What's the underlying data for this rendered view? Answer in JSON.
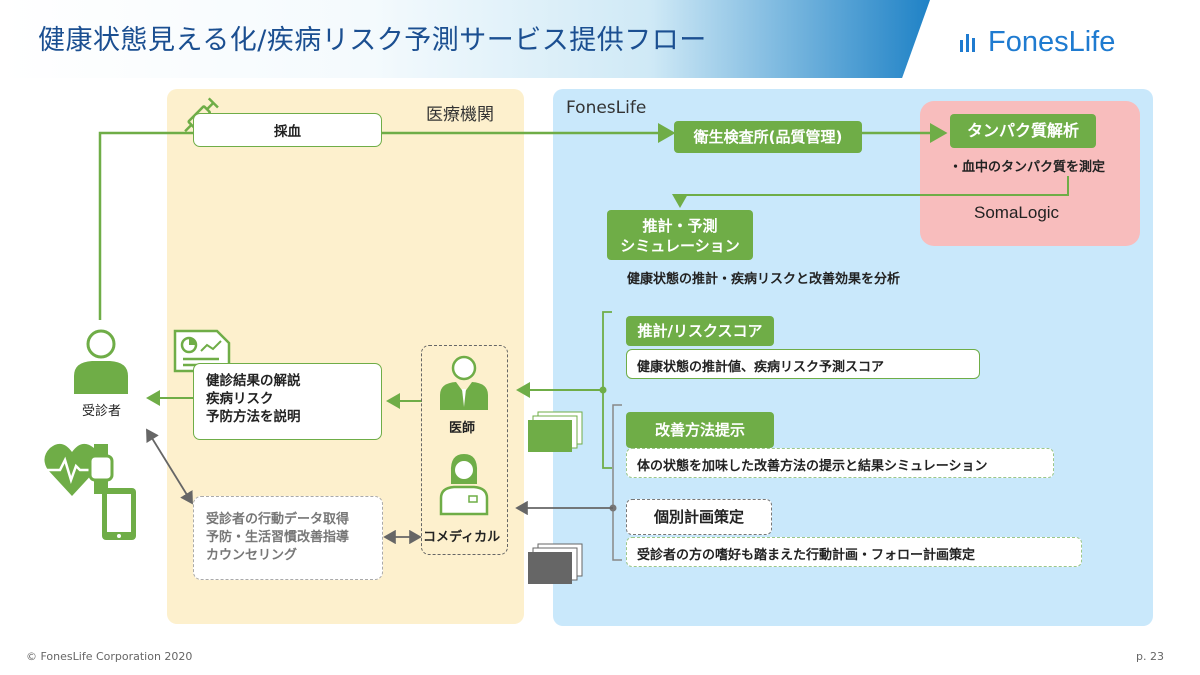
{
  "header": {
    "title": "健康状態見える化/疾病リスク予測サービス提供フロー",
    "logo": "FonesLife"
  },
  "panels": {
    "medical": "医療機関",
    "foneslife": "FonesLife"
  },
  "nodes": {
    "blood_draw": "採血",
    "hygiene_lab": "衛生検査所(品質管理)",
    "protein_analysis": "タンパク質解析",
    "protein_desc": "・血中のタンパク質を測定",
    "somalogic": "SomaLogic",
    "simulation": "推計・予測\nシミュレーション",
    "simulation_desc": "健康状態の推計・疾病リスクと改善効果を分析",
    "risk_score": "推計/リスクスコア",
    "risk_score_desc": "健康状態の推計値、疾病リスク予測スコア",
    "improvement": "改善方法提示",
    "improvement_desc": "体の状態を加味した改善方法の提示と結果シミュレーション",
    "plan": "個別計画策定",
    "plan_desc": "受診者の方の嗜好も踏まえた行動計画・フォロー計画策定",
    "patient": "受診者",
    "explanation": "健診結果の解説\n疾病リスク\n予防方法を説明",
    "doctor": "医師",
    "comedical": "コメディカル",
    "counseling": "受診者の行動データ取得\n予防・生活習慣改善指導\nカウンセリング"
  },
  "footer": {
    "copyright": "© FonesLife Corporation 2020",
    "page": "p. 23"
  },
  "colors": {
    "green": "#6fad47",
    "title_blue": "#1b4f91",
    "medical_bg": "#fdf0cd",
    "foneslife_bg": "#c9e8fb",
    "soma_bg": "#f8bdbd"
  }
}
